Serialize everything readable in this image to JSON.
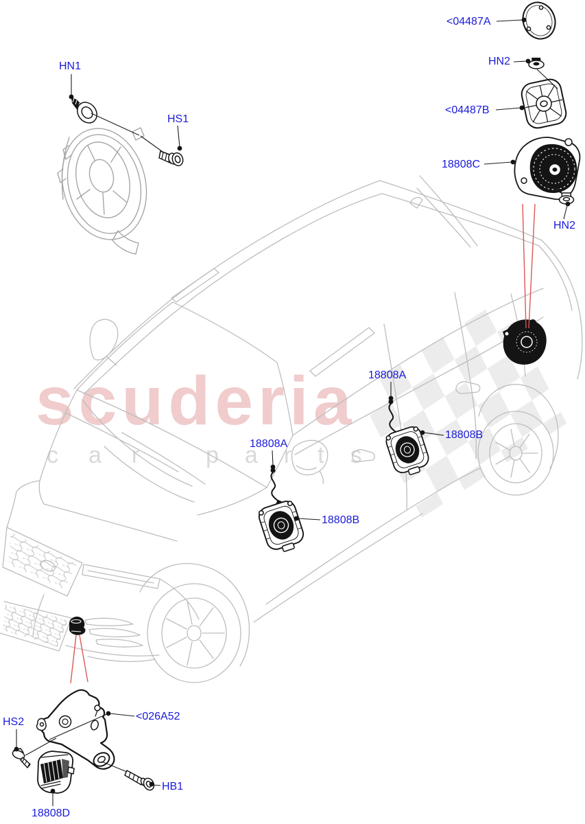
{
  "watermark": {
    "brand": "scuderia",
    "words": [
      "car",
      "parts"
    ]
  },
  "colors": {
    "label_blue": "#1a1ad9",
    "red_leader": "#dd5555",
    "car_line": "#bdbdbd",
    "sub_gray": "#a6a6a6",
    "part_black": "#141414",
    "wm_pink": "#dd8888",
    "wm_gray": "#d9d9d9",
    "checker_gray": "#d9d9d9"
  },
  "labels": [
    {
      "id": "hn1",
      "text": "HN1"
    },
    {
      "id": "hs1",
      "text": "HS1"
    },
    {
      "id": "04487a",
      "text": "<04487A"
    },
    {
      "id": "hn2-top",
      "text": "HN2"
    },
    {
      "id": "04487b",
      "text": "<04487B"
    },
    {
      "id": "18808c",
      "text": "18808C"
    },
    {
      "id": "hn2-bottom",
      "text": "HN2"
    },
    {
      "id": "18808a-rear",
      "text": "18808A"
    },
    {
      "id": "18808b-rear",
      "text": "18808B"
    },
    {
      "id": "18808a-front",
      "text": "18808A"
    },
    {
      "id": "18808b-front",
      "text": "18808B"
    },
    {
      "id": "hs2",
      "text": "HS2"
    },
    {
      "id": "026a52",
      "text": "<026A52"
    },
    {
      "id": "hb1",
      "text": "HB1"
    },
    {
      "id": "18808d",
      "text": "18808D"
    }
  ]
}
